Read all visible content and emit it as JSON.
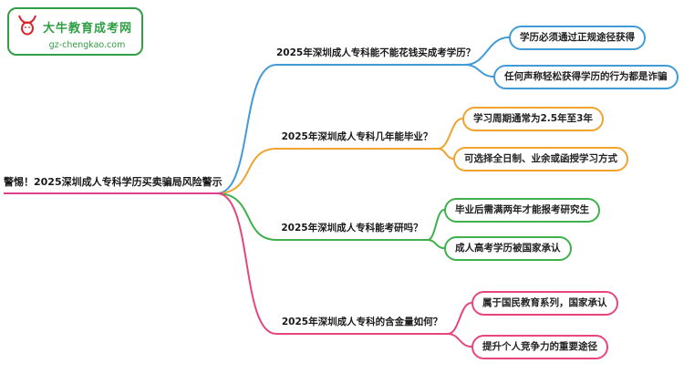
{
  "logo": {
    "title": "大牛教育成考网",
    "subtitle": "gz-chengkao.com",
    "icon": "bull-icon",
    "text_color": "#2f9e44",
    "icon_color": "#d9252a"
  },
  "root": {
    "label": "警惕！2025深圳成人专科学历买卖骗局风险警示",
    "color": "#e0418d"
  },
  "branches": [
    {
      "label": "2025年深圳成人专科能不能花钱买成考学历？",
      "color": "#419bd7",
      "children": [
        {
          "label": "学历必须通过正规途径获得"
        },
        {
          "label": "任何声称轻松获得学历的行为都是诈骗"
        }
      ]
    },
    {
      "label": "2025年深圳成人专科几年能毕业？",
      "color": "#f0a32f",
      "children": [
        {
          "label": "学习周期通常为2.5年至3年"
        },
        {
          "label": "可选择全日制、业余或函授学习方式"
        }
      ]
    },
    {
      "label": "2025年深圳成人专科能考研吗？",
      "color": "#3eb14c",
      "children": [
        {
          "label": "毕业后需满两年才能报考研究生"
        },
        {
          "label": "成人高考学历被国家承认"
        }
      ]
    },
    {
      "label": "2025年深圳成人专科的含金量如何？",
      "color": "#e8457f",
      "children": [
        {
          "label": "属于国民教育系列，国家承认"
        },
        {
          "label": "提升个人竞争力的重要途径"
        }
      ]
    }
  ]
}
